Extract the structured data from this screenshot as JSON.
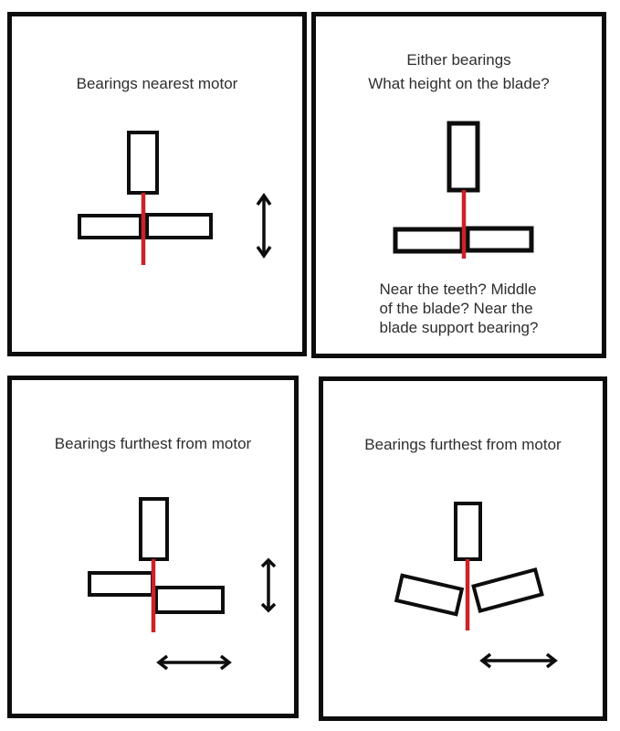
{
  "colors": {
    "paper": "#ffffff",
    "ink": "#0d0d0d",
    "blade": "#cc2229",
    "text": "#2e2e2e"
  },
  "panels": [
    {
      "id": "bearings-nearest-motor",
      "title": "Bearings nearest motor",
      "shapes": [
        "motor-block",
        "blade-line",
        "left-guide-bearing",
        "right-guide-bearing"
      ],
      "icons": [
        "vertical-double-arrow-icon"
      ]
    },
    {
      "id": "either-bearings-question",
      "heading": "Either bearings",
      "question": "What height on the blade?",
      "note_lines": [
        "Near the teeth? Middle",
        "of the blade? Near the",
        "blade support bearing?"
      ],
      "shapes": [
        "motor-block",
        "blade-line",
        "left-guide-bearing",
        "right-guide-bearing"
      ],
      "icons": []
    },
    {
      "id": "bearings-furthest-offset",
      "title": "Bearings furthest from motor",
      "shapes": [
        "motor-block",
        "blade-line",
        "left-guide-bearing-raised",
        "right-guide-bearing-lowered"
      ],
      "icons": [
        "vertical-double-arrow-icon",
        "horizontal-double-arrow-icon"
      ]
    },
    {
      "id": "bearings-furthest-tilted",
      "title": "Bearings furthest from motor",
      "shapes": [
        "motor-block",
        "blade-line",
        "left-guide-bearing-tilted",
        "right-guide-bearing-tilted"
      ],
      "icons": [
        "horizontal-double-arrow-icon"
      ]
    }
  ]
}
